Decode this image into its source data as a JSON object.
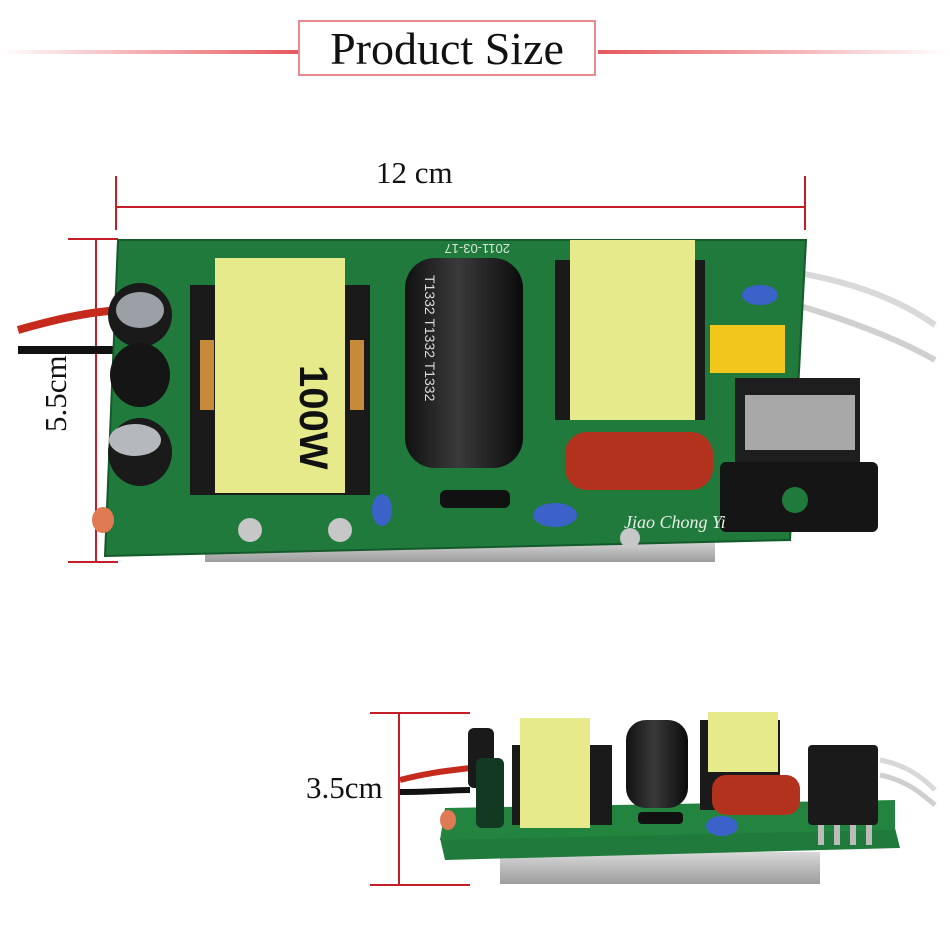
{
  "header": {
    "title": "Product Size"
  },
  "dimensions": {
    "length": "12 cm",
    "width": "5.5cm",
    "height": "3.5cm"
  },
  "board": {
    "transformer_label": "100W",
    "capacitor_text": "T1332 T1332 T1332",
    "date_code": "2011-03-17",
    "watermark": "Jiao Chong Yi"
  },
  "colors": {
    "accent": "#c41e28",
    "pcb": "#1f7a3c",
    "transformer": "#e6ea8a"
  }
}
